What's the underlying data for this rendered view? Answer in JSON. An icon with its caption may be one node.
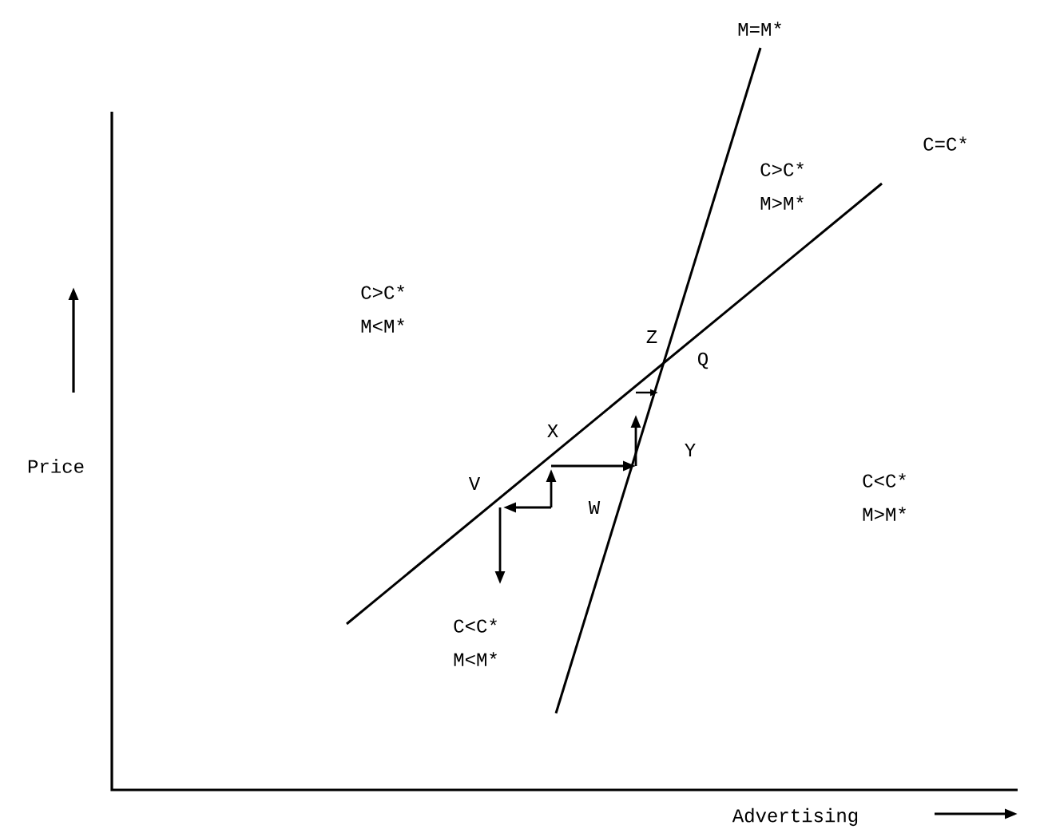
{
  "diagram": {
    "labels": [
      "M=M*",
      "C=C*",
      "C>C*",
      "M>M*",
      "C>C*",
      "M<M*",
      "Z",
      "Q",
      "X",
      "Y",
      "Price",
      "V",
      "W",
      "C<C*",
      "M>M*",
      "C<C*",
      "M<M*",
      "Advertising"
    ]
  }
}
